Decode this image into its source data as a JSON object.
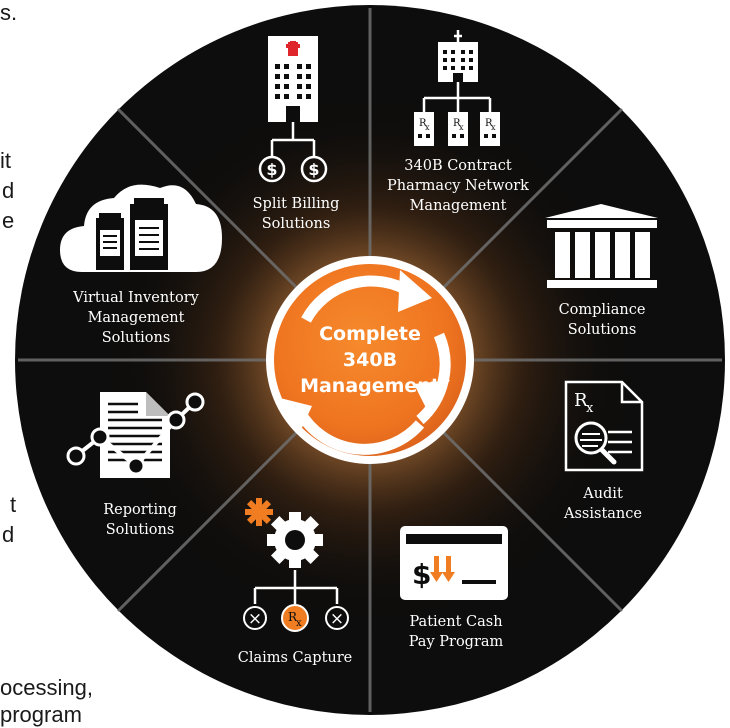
{
  "edge_fragments": [
    {
      "id": "frag-1",
      "text": "s."
    },
    {
      "id": "frag-2",
      "text": "it"
    },
    {
      "id": "frag-3",
      "text": "d"
    },
    {
      "id": "frag-4",
      "text": "e"
    },
    {
      "id": "frag-5",
      "text": "t"
    },
    {
      "id": "frag-6",
      "text": "d"
    },
    {
      "id": "frag-7",
      "text": "ocessing,"
    },
    {
      "id": "frag-8",
      "text": "program"
    }
  ],
  "center": {
    "line1": "Complete",
    "line2": "340B",
    "line3": "Management"
  },
  "segments": {
    "split_billing": [
      "Split Billing",
      "Solutions"
    ],
    "contract_pharmacy": [
      "340B Contract",
      "Pharmacy Network",
      "Management"
    ],
    "compliance": [
      "Compliance",
      "Solutions"
    ],
    "audit": [
      "Audit",
      "Assistance"
    ],
    "patient_cash": [
      "Patient Cash",
      "Pay Program"
    ],
    "claims": [
      "Claims Capture"
    ],
    "reporting": [
      "Reporting",
      "Solutions"
    ],
    "virtual_inventory": [
      "Virtual Inventory",
      "Management",
      "Solutions"
    ]
  },
  "icons": {
    "dollar_symbol": "$",
    "rx_R": "R",
    "rx_x": "x",
    "close_symbol": "×"
  },
  "colors": {
    "wheel_bg": "#0d0d0d",
    "glow": "#e8a35a",
    "orange": "#f07d22",
    "orange_dark": "#d9601a",
    "white": "#ffffff"
  }
}
